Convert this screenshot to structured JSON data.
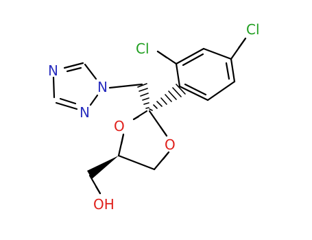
{
  "molecule": {
    "atoms": {
      "cl_ortho": "Cl",
      "cl_para": "Cl",
      "triazole_n1": "N",
      "triazole_n2": "N",
      "triazole_n4": "N",
      "ring_o1": "O",
      "ring_o3": "O",
      "hydroxyl": "OH"
    }
  },
  "colors": {
    "bond": "#000000",
    "chlorine": "#1f9e1f",
    "nitrogen": "#2a2fbf",
    "oxygen": "#e0201b"
  }
}
